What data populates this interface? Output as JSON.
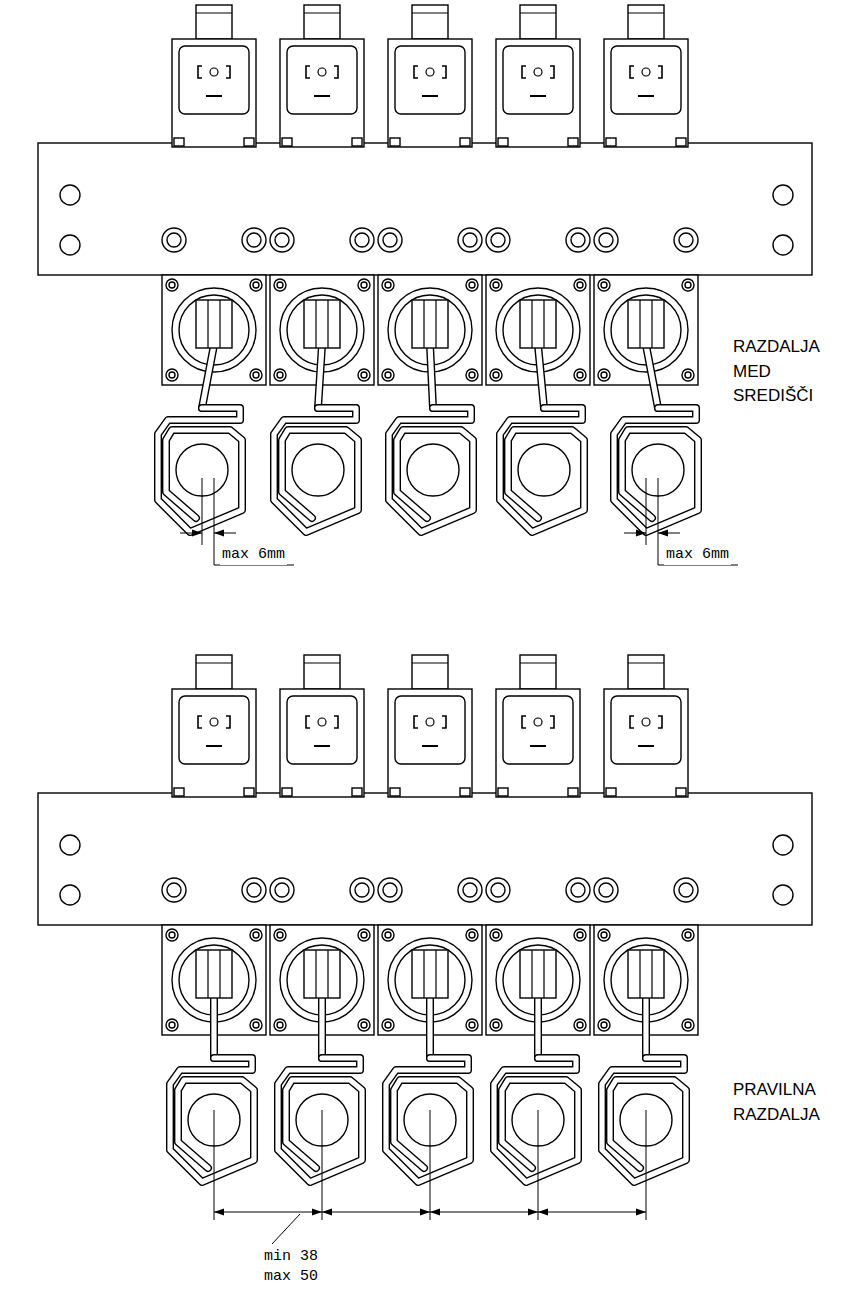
{
  "diagram": {
    "labels": [
      "RAZDALJA MED SREDIŠČI",
      "max 6mm",
      "max 6mm",
      "PRAVILNA RAZDALJA",
      "min 38",
      "max 50"
    ]
  }
}
